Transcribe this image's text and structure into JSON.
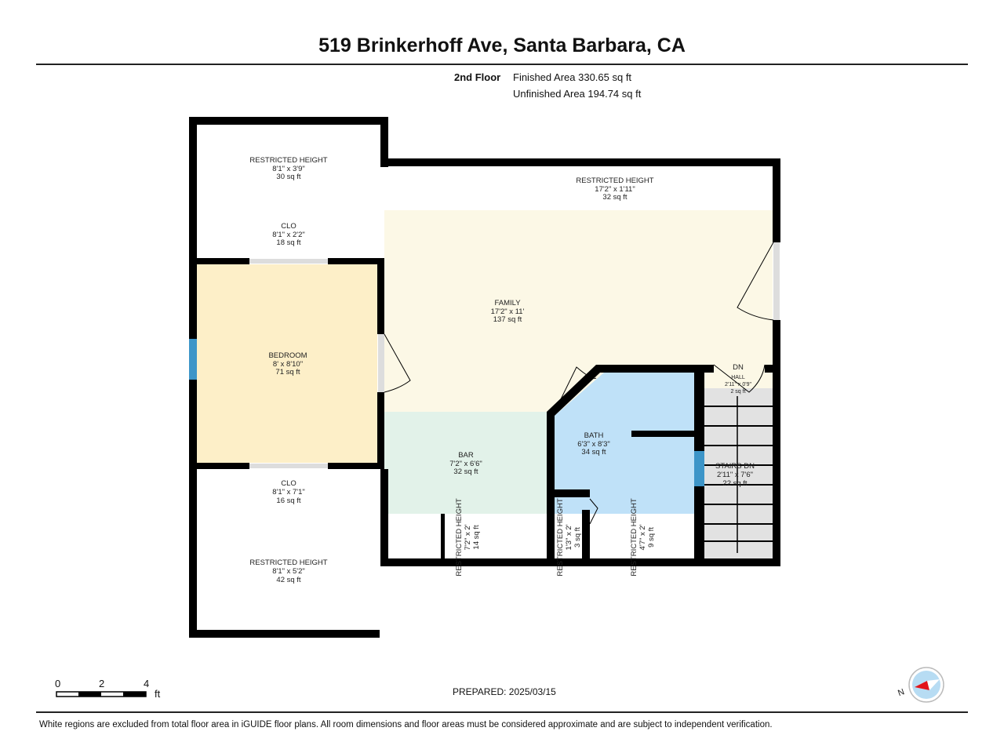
{
  "header": {
    "title": "519 Brinkerhoff Ave, Santa Barbara, CA"
  },
  "summary": {
    "floor": "2nd Floor",
    "finished": "Finished Area 330.65 sq ft",
    "unfinished": "Unfinished Area 194.74 sq ft"
  },
  "rooms": {
    "rh_top_left": {
      "name": "RESTRICTED HEIGHT",
      "dims": "8'1\" x 3'9\"",
      "area": "30 sq ft"
    },
    "clo_top": {
      "name": "CLO",
      "dims": "8'1\" x 2'2\"",
      "area": "18 sq ft"
    },
    "rh_top": {
      "name": "RESTRICTED HEIGHT",
      "dims": "17'2\" x 1'11\"",
      "area": "32 sq ft"
    },
    "family": {
      "name": "FAMILY",
      "dims": "17'2\" x 11'",
      "area": "137 sq ft"
    },
    "bedroom": {
      "name": "BEDROOM",
      "dims": "8' x 8'10\"",
      "area": "71 sq ft"
    },
    "hall": {
      "name": "HALL",
      "dims": "2'11\" x 0'9\"",
      "area": "2 sq ft",
      "dn": "DN"
    },
    "bath": {
      "name": "BATH",
      "dims": "6'3\" x 8'3\"",
      "area": "34 sq ft"
    },
    "bar": {
      "name": "BAR",
      "dims": "7'2\" x 6'6\"",
      "area": "32 sq ft"
    },
    "stairs": {
      "name": "STAIRS DN",
      "dims": "2'11\" x 7'6\"",
      "area": "22 sq ft"
    },
    "clo_bottom": {
      "name": "CLO",
      "dims": "8'1\" x 7'1\"",
      "area": "16 sq ft"
    },
    "rh_bottom_left": {
      "name": "RESTRICTED HEIGHT",
      "dims": "8'1\" x 5'2\"",
      "area": "42 sq ft"
    },
    "rh_bar": {
      "name": "RESTRICTED HEIGHT",
      "dims": "7'2\" x 2'",
      "area": "14 sq ft"
    },
    "rh_small": {
      "name": "RESTRICTED HEIGHT",
      "dims": "1'3\" x 2'",
      "area": "3 sq ft"
    },
    "rh_bath": {
      "name": "RESTRICTED HEIGHT",
      "dims": "4'7\" x 2'",
      "area": "9 sq ft"
    }
  },
  "scale": {
    "t0": "0",
    "t2": "2",
    "t4": "4",
    "unit": "ft"
  },
  "compass": {
    "label": "N"
  },
  "prepared": "PREPARED: 2025/03/15",
  "footer": "White regions are excluded from total floor area in iGUIDE floor plans. All room dimensions and floor areas must be considered approximate and are subject to independent verification.",
  "colors": {
    "family": "#fcf8e6",
    "bedroom": "#fdefc8",
    "bath": "#bfe1f8",
    "bar": "#e2f2e9",
    "stairs": "#e2e2e2",
    "wall": "#000000"
  }
}
